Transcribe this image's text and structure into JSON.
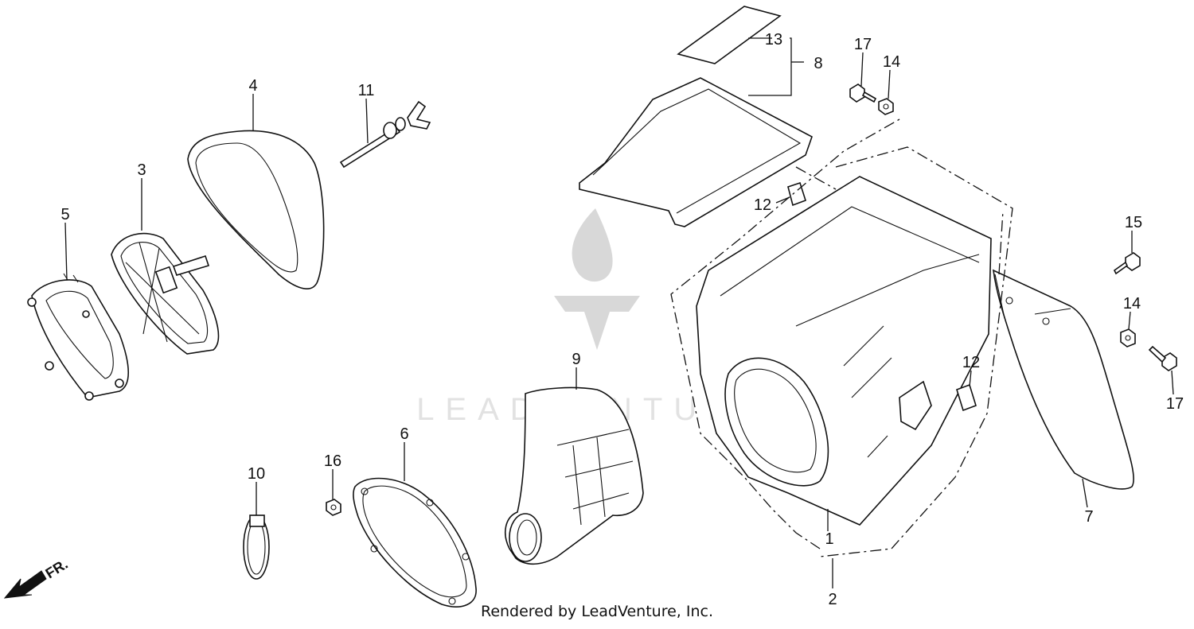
{
  "diagram": {
    "callouts": [
      {
        "id": "1",
        "label": "1"
      },
      {
        "id": "2",
        "label": "2"
      },
      {
        "id": "3",
        "label": "3"
      },
      {
        "id": "4",
        "label": "4"
      },
      {
        "id": "5",
        "label": "5"
      },
      {
        "id": "6",
        "label": "6"
      },
      {
        "id": "7",
        "label": "7"
      },
      {
        "id": "8",
        "label": "8"
      },
      {
        "id": "9",
        "label": "9"
      },
      {
        "id": "10",
        "label": "10"
      },
      {
        "id": "11",
        "label": "11"
      },
      {
        "id": "12a",
        "label": "12"
      },
      {
        "id": "12b",
        "label": "12"
      },
      {
        "id": "13",
        "label": "13"
      },
      {
        "id": "14a",
        "label": "14"
      },
      {
        "id": "14b",
        "label": "14"
      },
      {
        "id": "15",
        "label": "15"
      },
      {
        "id": "16",
        "label": "16"
      },
      {
        "id": "17a",
        "label": "17"
      },
      {
        "id": "17b",
        "label": "17"
      }
    ],
    "front_marker": "FR.",
    "watermark": "LEADVENTURE"
  },
  "footer": {
    "credit": "Rendered by LeadVenture, Inc."
  }
}
